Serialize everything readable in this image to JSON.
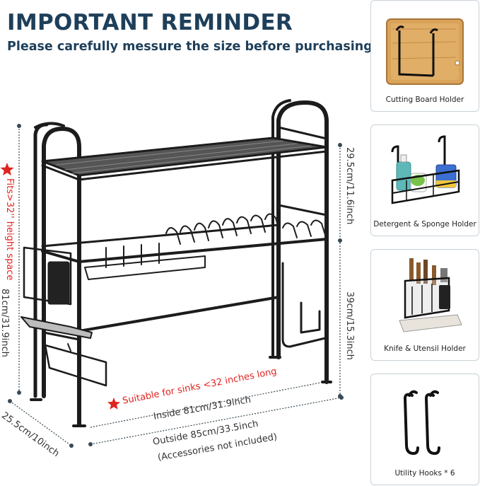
{
  "header": {
    "title": "IMPORTANT REMINDER",
    "subtitle": "Please carefully messure the size before purchasing"
  },
  "dimensions": {
    "height_fit": "Fits>32'' height space",
    "total_height": "81cm/31.9inch",
    "top_height": "29.5cm/11.6inch",
    "lower_height": "39cm/15.3inch",
    "depth": "25.5cm/10inch",
    "sink_note": "Suitable for sinks <32 inches long",
    "inside_width": "Inside 81cm/31.9inch",
    "outside_width": "Outside 85cm/33.5inch",
    "accessory_note": "(Accessories not included)"
  },
  "accessories": [
    {
      "label": "Cutting Board Holder",
      "icon": "cutting-board-holder-icon"
    },
    {
      "label": "Detergent & Sponge Holder",
      "icon": "detergent-sponge-holder-icon"
    },
    {
      "label": "Knife & Utensil Holder",
      "icon": "knife-utensil-holder-icon"
    },
    {
      "label": "Utility Hooks * 6",
      "icon": "utility-hooks-icon"
    }
  ],
  "colors": {
    "title": "#1e3f5a",
    "star": "#e0231f",
    "rack": "#1c1c1c",
    "card_border": "#c9d2d8"
  }
}
